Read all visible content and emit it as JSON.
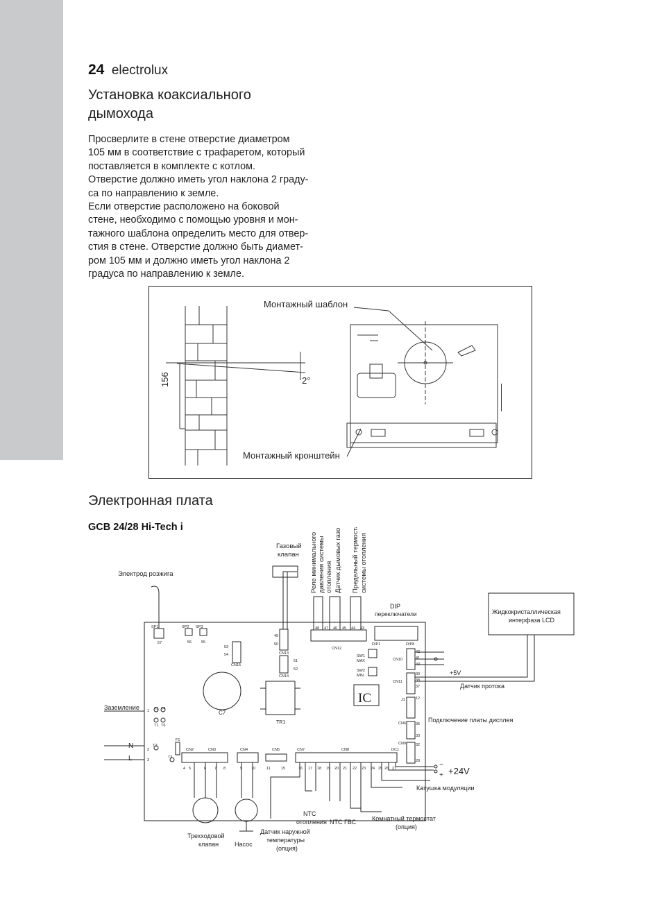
{
  "header": {
    "page_number": "24",
    "brand": "electrolux"
  },
  "section1": {
    "title_lines": [
      "Установка коаксиального",
      "дымохода"
    ],
    "body_lines": [
      "Просверлите в стене отверстие диаметром",
      "105 мм в соответствие с трафаретом, который",
      "поставляется в комплекте с котлом.",
      "Отверстие должно иметь угол наклона 2 граду-",
      "са по направлению к земле.",
      "Если отверстие расположено на боковой",
      "стене, необходимо с помощью уровня и мон-",
      "тажного шаблона определить место для отвер-",
      "стия в стене. Отверстие должно быть диамет-",
      "ром 105 мм и должно иметь угол наклона 2",
      "градуса по направлению к земле."
    ],
    "figure": {
      "label_template": "Монтажный шаблон",
      "label_bracket": "Монтажный кронштейн",
      "dim_height": "156",
      "angle": "2°"
    }
  },
  "section2": {
    "title": "Электронная плата",
    "model": "GCB 24/28 Hi-Tech i",
    "diagram": {
      "labels": {
        "electrode": "Электрод розжига",
        "gas_valve_1": "Газовый",
        "gas_valve_2": "клапан",
        "relay_1": "Реле минимального",
        "relay_2": "давления системы",
        "relay_3": "отопления",
        "flue_sensor": "Датчик дымовых газов",
        "limit_thermo_1": "Предельный термостат",
        "limit_thermo_2": "системы отопления",
        "dip_1": "DIP",
        "dip_2": "переключатели",
        "lcd_1": "Жидкокристаллическая",
        "lcd_2": "интерфаза LCD",
        "v5": "+5V",
        "flow_sensor": "Датчик протока",
        "display_conn": "Подключение платы дисплея",
        "ground": "Заземление",
        "n": "N",
        "l": "L",
        "v24": "+24V",
        "minus": "−",
        "plus": "+",
        "mod_coil": "Катушка модуляции",
        "ntc_heat_1": "NTC",
        "ntc_heat_2": "отопления",
        "ntc_dhw": "NTC ГВС",
        "room_thermo_1": "Комнатный термостат",
        "room_thermo_2": "(опция)",
        "outdoor_1": "Датчик наружной",
        "outdoor_2": "температуры",
        "outdoor_3": "(опция)",
        "three_way_1": "Трехходовой",
        "three_way_2": "клапан",
        "pump": "Насос",
        "c7": "C7",
        "tr1": "TR1",
        "ic": "IC"
      },
      "small": {
        "sp1": "SP1",
        "sp2": "SP2",
        "sp3": "SP3",
        "n57": "57",
        "n56": "56",
        "n55": "55",
        "n53": "53",
        "n54": "54",
        "cn15": "CN15",
        "n49": "49",
        "n50": "50",
        "cn13": "CN13",
        "n51": "51",
        "n52": "52",
        "cn14": "CN14",
        "cn12": "CN12",
        "p48": "48",
        "p47": "47",
        "p46": "46",
        "p45": "45",
        "p44": "44",
        "p43": "43",
        "dip1": "DIP1",
        "dip8": "DIP8",
        "cn10": "CN10",
        "n42": "42",
        "n41": "41",
        "n40": "40",
        "sw1_1": "SW1",
        "sw1_2": "MAX",
        "sw2_1": "SW2",
        "sw2_2": "MIN",
        "cn11": "CN11",
        "n39": "39",
        "n38": "38",
        "n37": "37",
        "j1": "J1",
        "n12": "12",
        "cn6": "CN6",
        "n36": "36",
        "n33": "33",
        "cn9": "CN9",
        "n32": "32",
        "n28": "28",
        "t5": "T5",
        "t4": "T4",
        "t1": "T1",
        "t6": "T6",
        "t2": "T2",
        "t3": "T3",
        "n1": "1",
        "n2": "2",
        "n3": "3",
        "f1": "F1",
        "cn2": "CN2",
        "cn3": "CN3",
        "cn4": "CN4",
        "cn5": "CN5",
        "cn7": "CN7",
        "cn8": "CN8",
        "dc1": "DC1",
        "b4": "4",
        "b5": "5",
        "b6": "6",
        "b7": "7",
        "b8": "8",
        "b9": "9",
        "b10": "10",
        "b11": "11",
        "b15": "15",
        "b16": "16",
        "b17": "17",
        "b18": "18",
        "b19": "19",
        "b20": "20",
        "b21": "21",
        "b22": "22",
        "b23": "23",
        "b24": "24",
        "b25": "25",
        "b26": "26",
        "b27": "27"
      }
    }
  }
}
